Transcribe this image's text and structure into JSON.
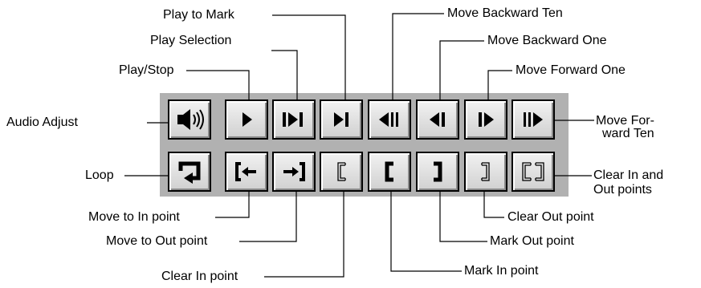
{
  "labels": {
    "play_to_mark": "Play to Mark",
    "move_backward_ten": "Move Backward Ten",
    "play_selection": "Play Selection",
    "move_backward_one": "Move Backward One",
    "play_stop": "Play/Stop",
    "move_forward_one": "Move Forward One",
    "audio_adjust": "Audio Adjust",
    "move_forward_ten_line1": "Move For-",
    "move_forward_ten_line2": "ward Ten",
    "loop": "Loop",
    "clear_in_out_line1": "Clear In and",
    "clear_in_out_line2": "Out points",
    "move_to_in_point": "Move to In point",
    "clear_out_point": "Clear Out point",
    "move_to_out_point": "Move to Out point",
    "mark_out_point": "Mark Out point",
    "clear_in_point": "Clear In point",
    "mark_in_point": "Mark In point"
  },
  "colors": {
    "panel": "#b1b1b1",
    "button_face": "#e0e0e0",
    "ink": "#000000"
  },
  "icons": {
    "audio_adjust": "speaker-icon",
    "play_stop": "play-icon",
    "play_selection": "play-selection-icon",
    "play_to_mark": "play-to-mark-icon",
    "move_backward_ten": "step-back-ten-icon",
    "move_backward_one": "step-back-one-icon",
    "move_forward_one": "step-forward-one-icon",
    "move_forward_ten": "step-forward-ten-icon",
    "loop": "loop-icon",
    "move_to_in_point": "go-to-in-icon",
    "move_to_out_point": "go-to-out-icon",
    "clear_in_point": "clear-in-icon",
    "mark_in_point": "mark-in-icon",
    "mark_out_point": "mark-out-icon",
    "clear_out_point": "clear-out-icon",
    "clear_in_and_out": "clear-in-out-icon"
  }
}
